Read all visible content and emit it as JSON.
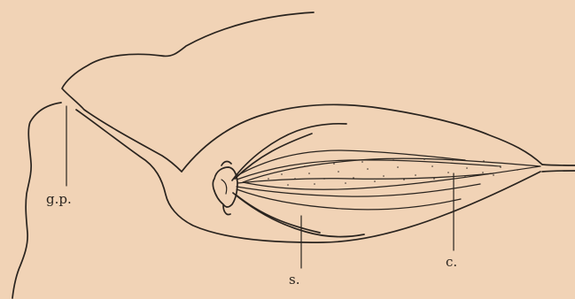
{
  "labels": {
    "gp": "g.p.",
    "c": "c.",
    "s": "s."
  }
}
